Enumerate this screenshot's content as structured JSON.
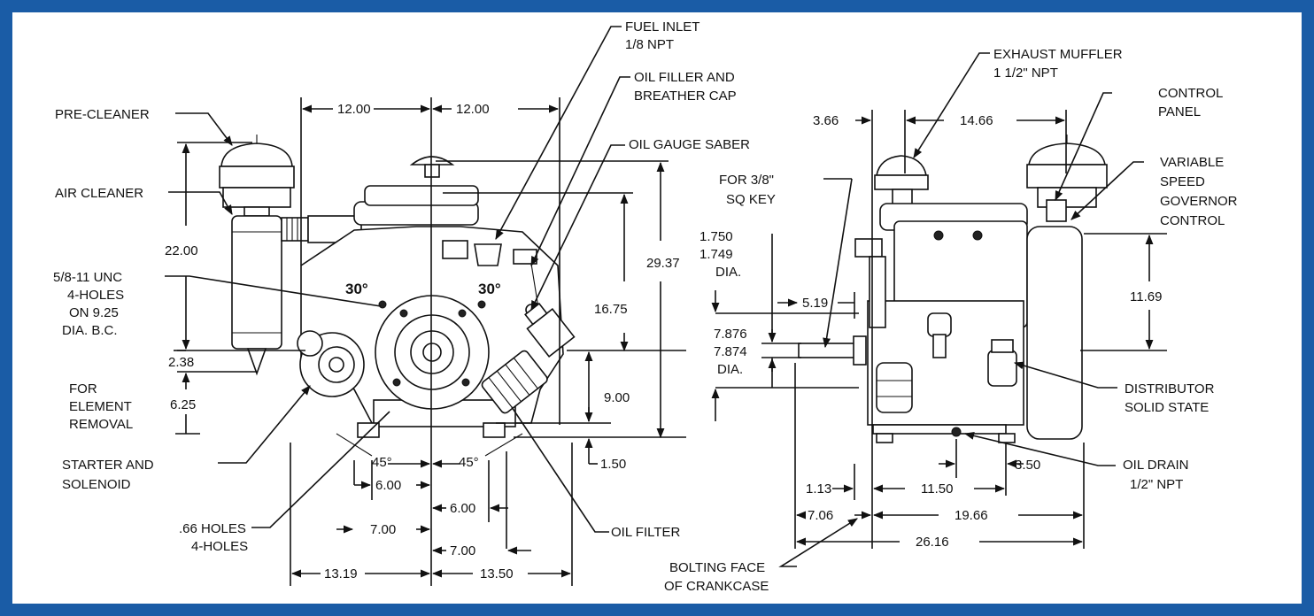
{
  "colors": {
    "frame": "#1a5ca6",
    "panel": "#ffffff",
    "ink": "#111111"
  },
  "labels": {
    "fuel_inlet_1": "FUEL INLET",
    "fuel_inlet_2": "1/8 NPT",
    "oil_filler_1": "OIL FILLER AND",
    "oil_filler_2": "BREATHER CAP",
    "oil_gauge": "OIL GAUGE SABER",
    "pre_cleaner": "PRE-CLEANER",
    "air_cleaner": "AIR CLEANER",
    "holes_unc_1": "5/8-11 UNC",
    "holes_unc_2": "4-HOLES",
    "holes_unc_3": "ON 9.25",
    "holes_unc_4": "DIA. B.C.",
    "element_1": "FOR",
    "element_2": "ELEMENT",
    "element_3": "REMOVAL",
    "starter_1": "STARTER AND",
    "starter_2": "SOLENOID",
    "holes66_1": ".66 HOLES",
    "holes66_2": "4-HOLES",
    "oil_filter": "OIL FILTER",
    "bolting_1": "BOLTING FACE",
    "bolting_2": "OF CRANKCASE",
    "exhaust_1": "EXHAUST MUFFLER",
    "exhaust_2": "1 1/2\" NPT",
    "control_1": "CONTROL",
    "control_2": "PANEL",
    "governor_1": "VARIABLE",
    "governor_2": "SPEED",
    "governor_3": "GOVERNOR",
    "governor_4": "CONTROL",
    "key_1": "FOR 3/8\"",
    "key_2": "SQ KEY",
    "shaft_dia_1": "1.750",
    "shaft_dia_2": "1.749",
    "shaft_dia_3": "DIA.",
    "pilot_dia_1": "7.876",
    "pilot_dia_2": "7.874",
    "pilot_dia_3": "DIA.",
    "distributor_1": "DISTRIBUTOR",
    "distributor_2": "SOLID STATE",
    "oil_drain_1": "OIL DRAIN",
    "oil_drain_2": "1/2\" NPT",
    "angle_30_left": "30°",
    "angle_30_right": "30°",
    "angle_45_left": "45°",
    "angle_45_right": "45°"
  },
  "dimensions": {
    "d_12_left": "12.00",
    "d_12_right": "12.00",
    "d_22": "22.00",
    "d_29_37": "29.37",
    "d_16_75": "16.75",
    "d_2_38": "2.38",
    "d_6_25": "6.25",
    "d_9_00": "9.00",
    "d_1_50": "1.50",
    "d_6_00_a": "6.00",
    "d_6_00_b": "6.00",
    "d_7_00_a": "7.00",
    "d_7_00_b": "7.00",
    "d_13_19": "13.19",
    "d_13_50": "13.50",
    "d_3_66": "3.66",
    "d_14_66": "14.66",
    "d_5_19": "5.19",
    "d_11_69": "11.69",
    "d_3_50": "3.50",
    "d_1_13": "1.13",
    "d_11_50": "11.50",
    "d_7_06": "7.06",
    "d_19_66": "19.66",
    "d_26_16": "26.16"
  }
}
